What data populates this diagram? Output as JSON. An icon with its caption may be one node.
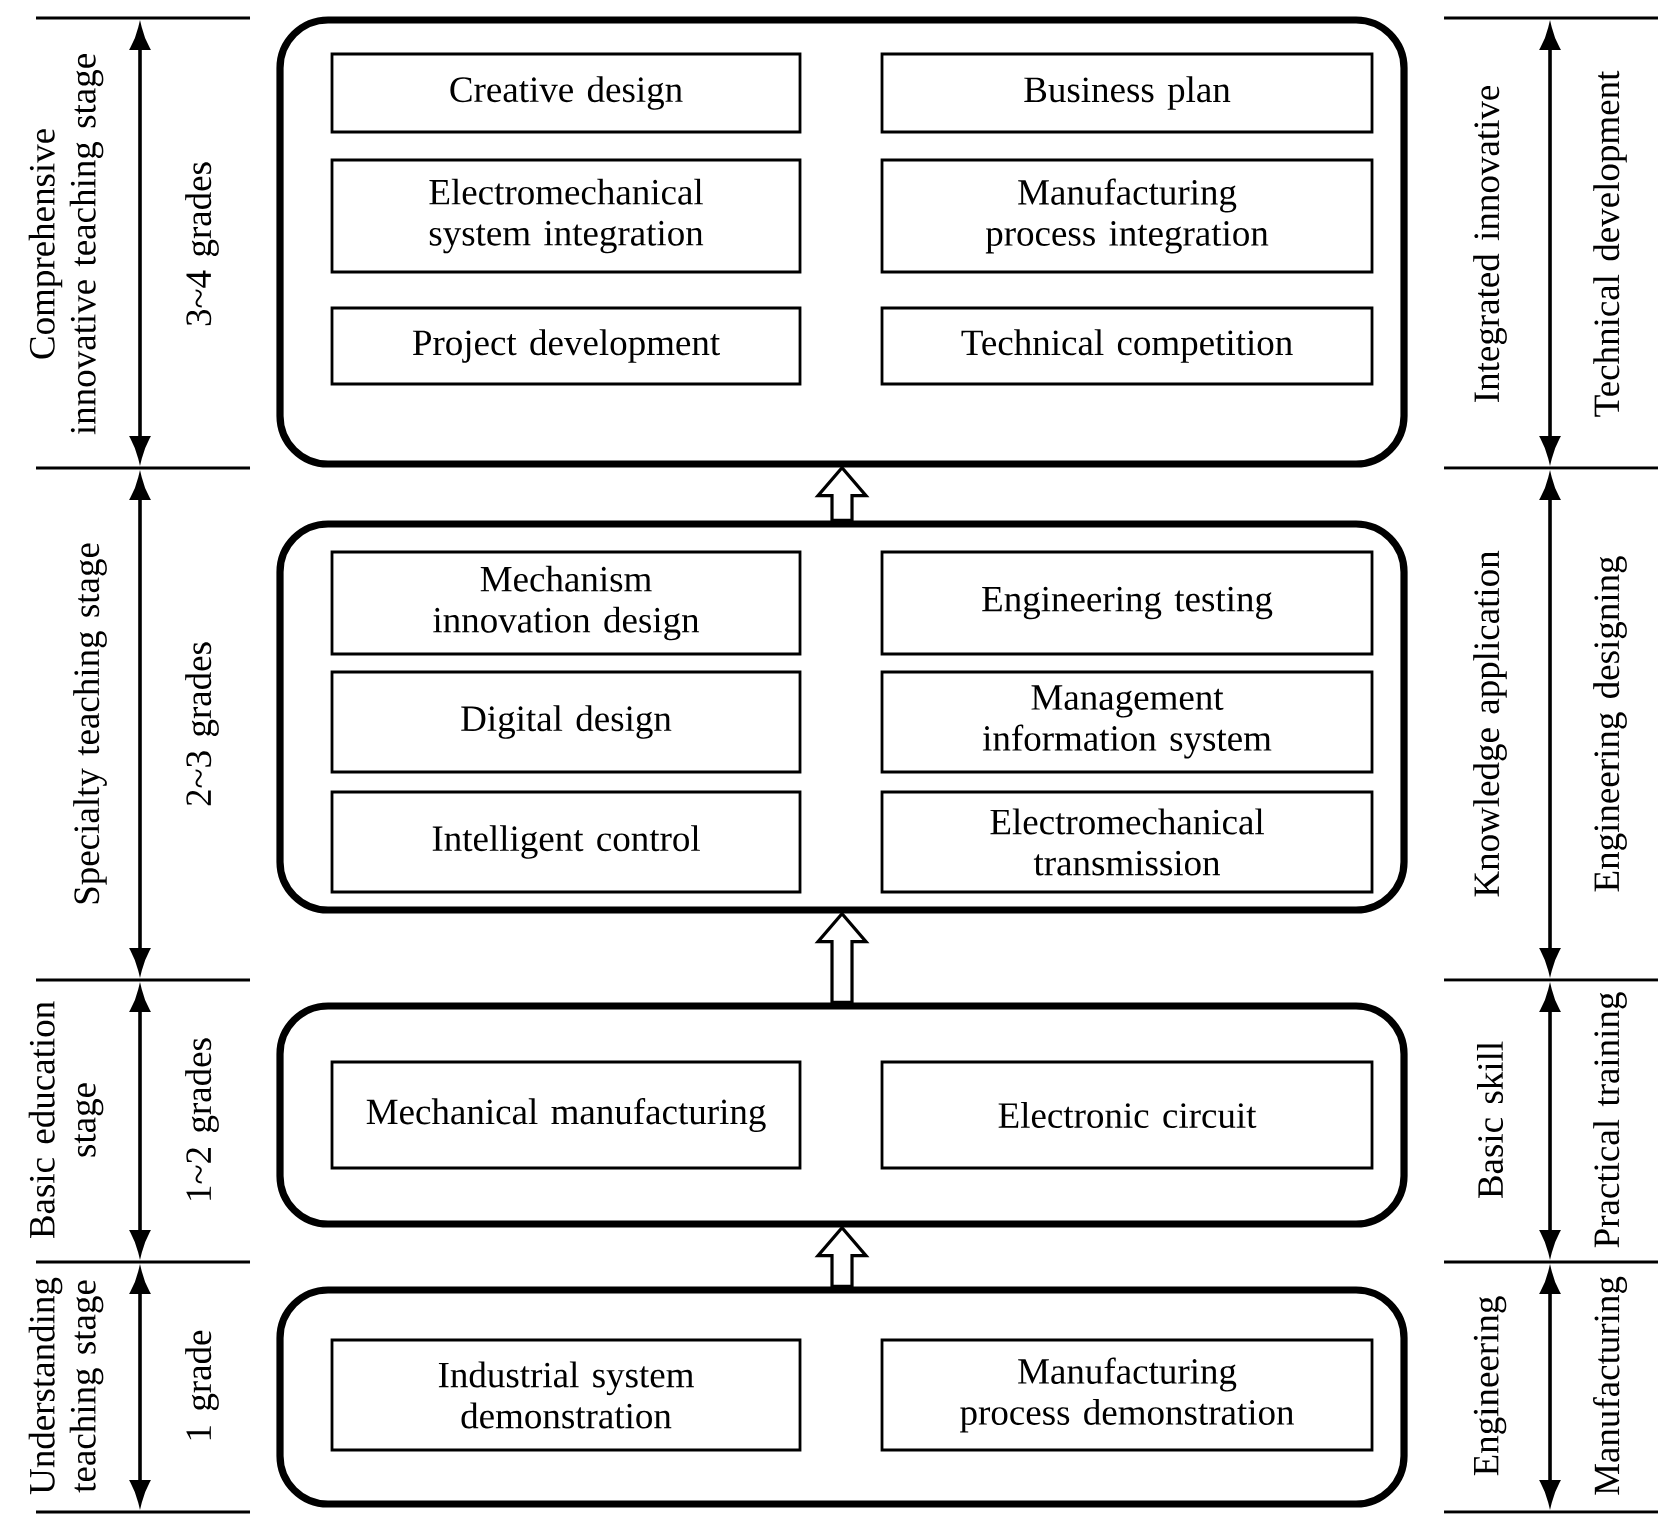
{
  "diagram": {
    "nodes": [
      {
        "text": [],
        "shape": "box"
      },
      {
        "text": [
          "Creative design"
        ],
        "in": 0
      },
      {
        "text": [
          "Business plan"
        ],
        "in": 0
      },
      {
        "text": [
          "Electromechanical system integration"
        ],
        "in": 0
      },
      {
        "text": [
          "Manufacturing process integration"
        ],
        "in": 0
      },
      {
        "text": [
          "Project development"
        ],
        "in": 0
      },
      {
        "text": [
          "Technical competition"
        ],
        "in": 0
      },
      {
        "text": [],
        "shape": "box"
      },
      {
        "text": [
          "Mechanism innovation design"
        ],
        "in": 7
      },
      {
        "text": [
          "Engineering testing"
        ],
        "in": 7
      },
      {
        "text": [
          "Digital design"
        ],
        "in": 7
      },
      {
        "text": [
          "Management information system"
        ],
        "in": 7
      },
      {
        "text": [
          "Intelligent control"
        ],
        "in": 7
      },
      {
        "text": [
          "Electromechanical transmission"
        ],
        "in": 7
      },
      {
        "text": [],
        "shape": "box"
      },
      {
        "text": [
          "Mechanical manufacturing"
        ],
        "in": 14
      },
      {
        "text": [
          "Electronic circuit"
        ],
        "in": 14
      },
      {
        "text": [],
        "shape": "box"
      },
      {
        "text": [
          "Industrial system demonstration"
        ],
        "in": 17
      },
      {
        "text": [
          "Manufacturing process demonstration"
        ],
        "in": 17
      }
    ],
    "edges": [
      {
        "from": 17,
        "to": 14,
        "arrow": "to"
      },
      {
        "from": 14,
        "to": 7,
        "arrow": "to"
      },
      {
        "from": 7,
        "to": 0,
        "arrow": "to"
      }
    ],
    "labels": [
      "Comprehensive innovative teaching stage",
      "3~4 grades",
      "Integrated innovative",
      "Technical development",
      "Specialty teaching stage",
      "2~3 grades",
      "Knowledge application",
      "Engineering designing",
      "Basic education stage",
      "1~2 grades",
      "Basic skill",
      "Practical training",
      "Understanding teaching stage",
      "1 grade",
      "Engineering",
      "Manufacturing"
    ]
  }
}
